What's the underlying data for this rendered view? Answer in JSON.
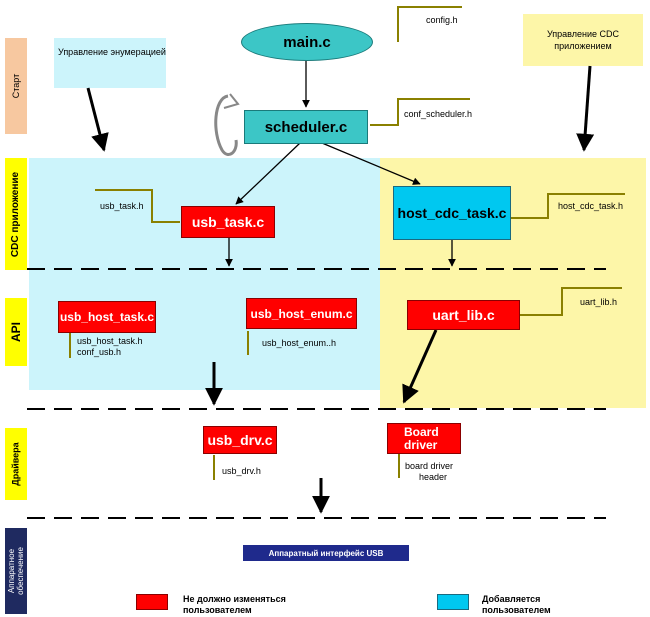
{
  "side_labels": {
    "start": "Старт",
    "cdc": "CDC приложение",
    "api": "API",
    "drivers": "Драйвера",
    "hardware": "Аппаратное обеспечение"
  },
  "notes": {
    "enumeration": "Управление энумерацией",
    "cdc_app": "Управление CDC приложением"
  },
  "modules": {
    "main": "main.c",
    "scheduler": "scheduler.c",
    "usb_task": "usb_task.c",
    "host_cdc_task": "host_cdc_task.c",
    "usb_host_task": "usb_host_task.c",
    "usb_host_enum": "usb_host_enum.c",
    "uart_lib": "uart_lib.c",
    "usb_drv": "usb_drv.c",
    "board_driver_line1": "Board",
    "board_driver_line2": "driver",
    "usb_hw": "Аппаратный интерфейс USB"
  },
  "headers": {
    "config": "config.h",
    "conf_scheduler": "conf_scheduler.h",
    "usb_task_h": "usb_task.h",
    "host_cdc_task_h": "host_cdc_task.h",
    "usb_host_task_h": "usb_host_task.h",
    "conf_usb_h": "conf_usb.h",
    "usb_host_enum_h": "usb_host_enum..h",
    "uart_lib_h": "uart_lib.h",
    "usb_drv_h": "usb_drv.h",
    "board_driver_header_line1": "board driver",
    "board_driver_header_line2": "header"
  },
  "legend": {
    "red_label": "Не должно изменяться пользователем",
    "cyan_label": "Добавляется пользователем"
  },
  "colors": {
    "red": "#ff0000",
    "cyan": "#00c8f0",
    "teal": "#3cc6c6",
    "light_cyan_region": "#ccf4fb",
    "light_yellow_region": "#fdf6a8",
    "side_start": "#f7c8a0",
    "side_yellow": "#ffff00",
    "side_dark": "#1f2a60",
    "usb_hw_bg": "#1f2a8c"
  }
}
